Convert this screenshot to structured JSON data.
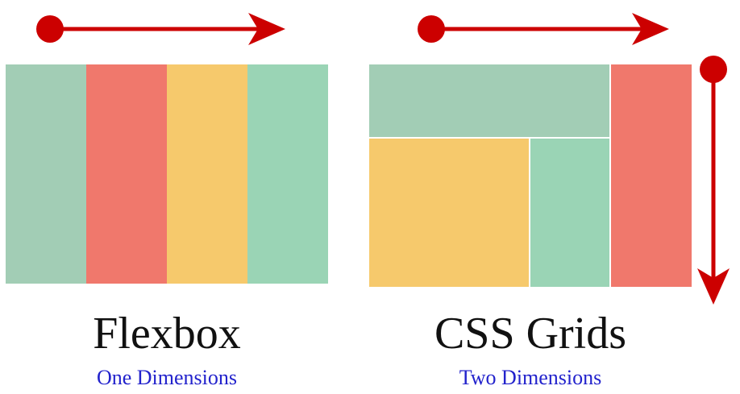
{
  "colors": {
    "sage": "#a2cdb5",
    "salmon": "#f0786c",
    "amber": "#f6c96c",
    "mint": "#9ad4b5",
    "arrow": "#cc0000",
    "title": "#111111",
    "subtitle": "#2222cc"
  },
  "left": {
    "title": "Flexbox",
    "subtitle": "One Dimensions",
    "arrow_direction": "horizontal",
    "blocks": [
      "sage",
      "salmon",
      "amber",
      "mint"
    ]
  },
  "right": {
    "title": "CSS Grids",
    "subtitle": "Two Dimensions",
    "arrow_directions": [
      "horizontal",
      "vertical"
    ],
    "blocks": [
      "sage",
      "salmon",
      "amber",
      "mint"
    ]
  }
}
